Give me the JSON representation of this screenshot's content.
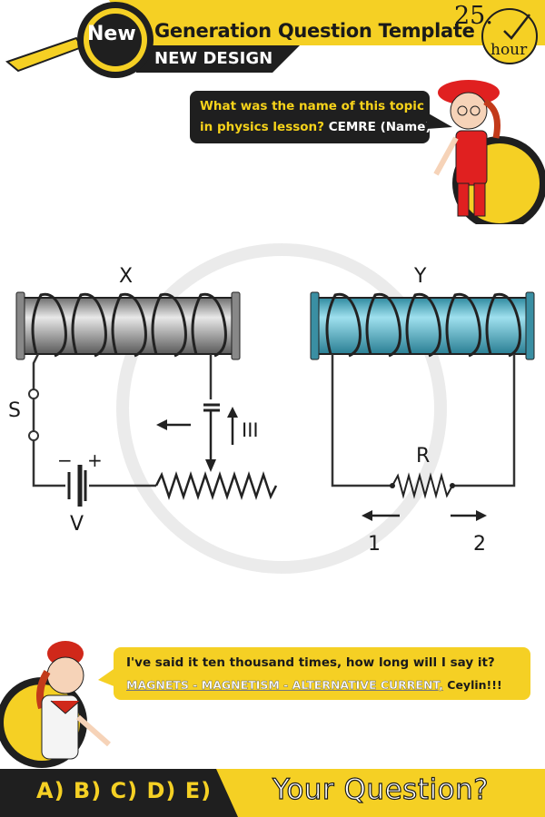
{
  "header": {
    "badge": "New",
    "title": "Generation Question Template",
    "subtitle": "NEW DESIGN",
    "clock_number": "25.",
    "clock_unit": "hour"
  },
  "question_bubble": {
    "line1": "What was the name of this topic",
    "line2_prefix": "in physics lesson?",
    "line2_name": "CEMRE (Name)"
  },
  "diagram": {
    "label_x": "X",
    "label_y": "Y",
    "label_s": "S",
    "label_v": "V",
    "label_minus": "−",
    "label_plus": "+",
    "label_arrow_iii": "III",
    "label_r": "R",
    "label_1": "1",
    "label_2": "2"
  },
  "answer_bubble": {
    "line1": "I've said it ten thousand times, how long will I say it?",
    "line2_topic": "MAGNETS - MAGNETISM - ALTERNATIVE CURRENT,",
    "line2_name": "Ceylin!!!"
  },
  "footer": {
    "answers": "A) B) C) D) E)",
    "prompt": "Your Question?"
  },
  "colors": {
    "brand_yellow": "#f5d024",
    "dark": "#1f1f1f",
    "coil_blue": "#5ab8cc",
    "coil_gray": "#9a9a9a"
  }
}
